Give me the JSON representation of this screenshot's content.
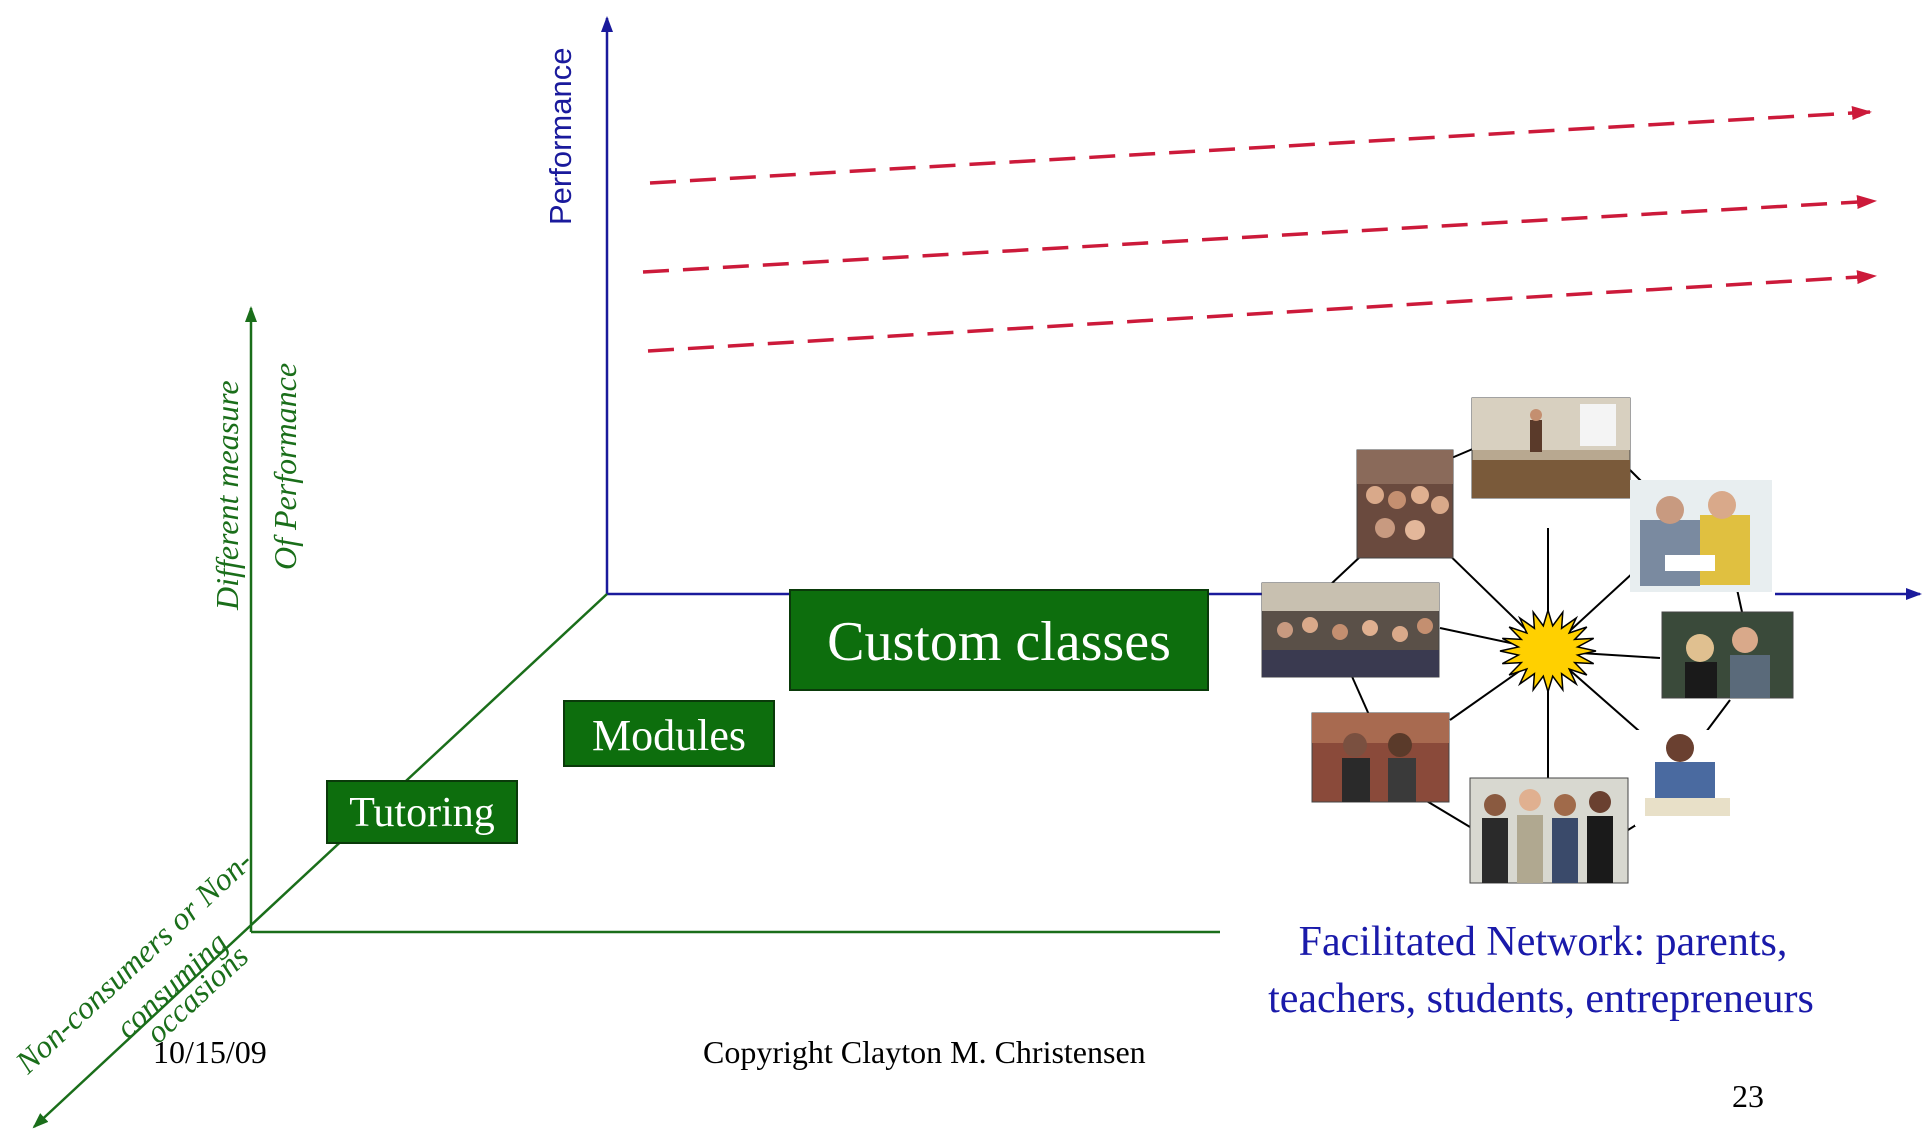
{
  "axes": {
    "performance_label": "Performance",
    "different_measure_line1": "Different measure",
    "different_measure_line2": "Of Performance",
    "nonconsumers_line1": "Non-consumers or Non-",
    "nonconsumers_line2": "consuming",
    "nonconsumers_line3": "occasions"
  },
  "stages": [
    {
      "label": "Tutoring"
    },
    {
      "label": "Modules"
    },
    {
      "label": "Custom classes"
    }
  ],
  "network": {
    "line1": "Facilitated Network: parents,",
    "line2": "teachers, students, entrepreneurs",
    "photos": [
      "group-photo",
      "classroom-photo",
      "students-reading-photo",
      "audience-photo",
      "graduation-photo",
      "two-students-photo",
      "men-group-photo",
      "writing-student-photo"
    ],
    "hub_icon": "sun-icon"
  },
  "footer": {
    "date": "10/15/09",
    "copyright": "Copyright Clayton M. Christensen",
    "page_number": "23"
  },
  "colors": {
    "performance_axis": "#1a1a9c",
    "green_axis": "#1a6e1a",
    "dashed_trajectory": "#cc1a3a",
    "stage_box": "#0d6e0d",
    "hub_sun": "#ffd000"
  }
}
